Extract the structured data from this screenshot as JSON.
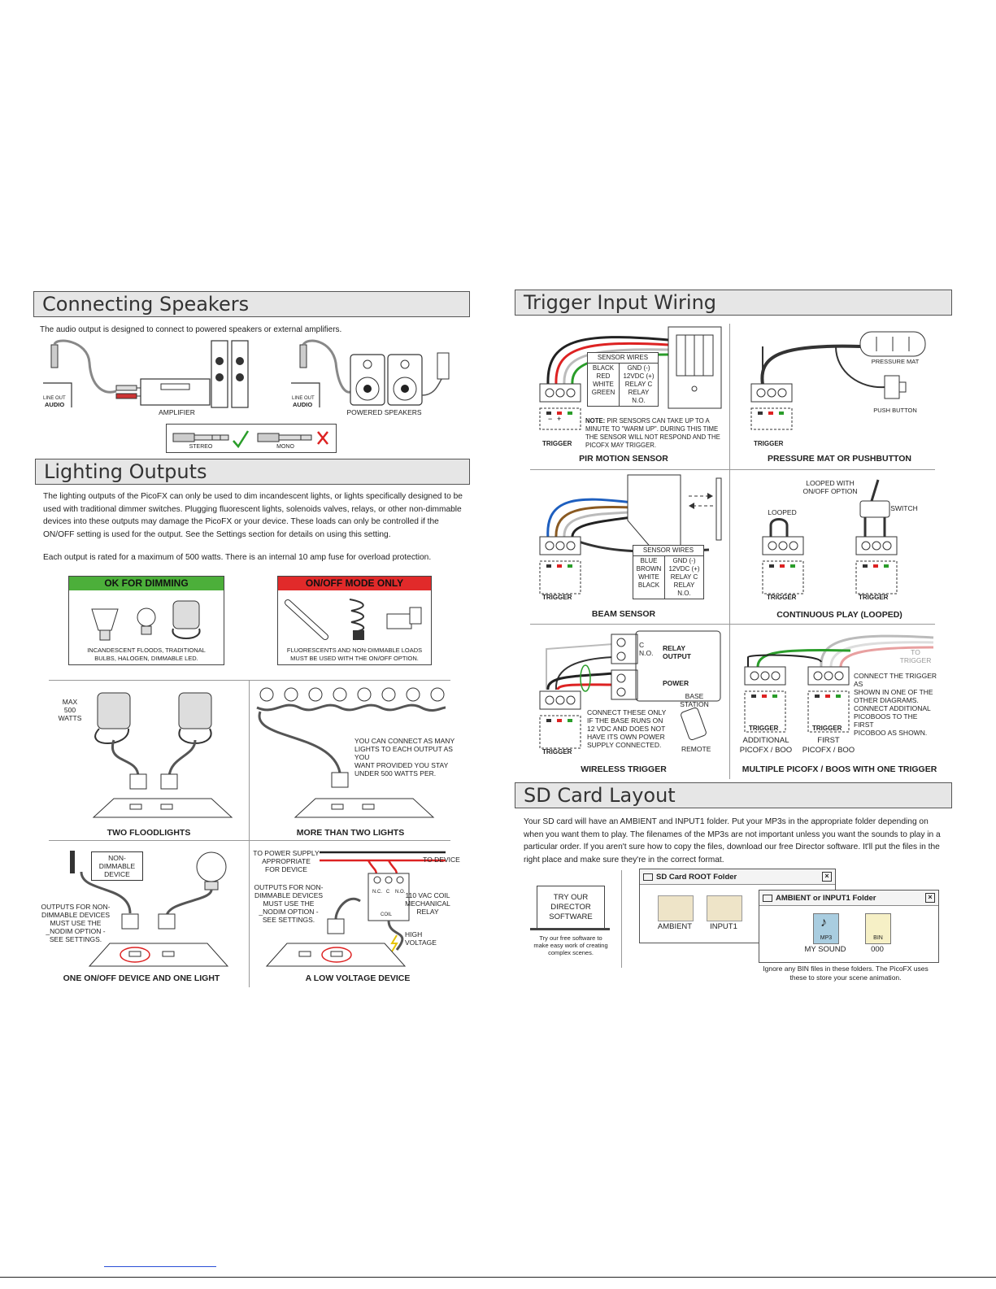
{
  "left": {
    "speakers": {
      "title": "Connecting Speakers",
      "intro": "The audio output is designed to connect to powered speakers or external amplifiers.",
      "amplifier_label": "AMPLIFIER",
      "powered_speakers_label": "POWERED SPEAKERS",
      "line_out": "LINE OUT",
      "audio": "AUDIO",
      "stereo": "STEREO",
      "mono": "MONO"
    },
    "lighting": {
      "title": "Lighting Outputs",
      "para1": "The lighting outputs of the PicoFX can only be used to dim incandescent lights, or lights specifically designed to be\nused with traditional dimmer switches.  Plugging fluorescent lights, solenoids valves, relays, or other non-dimmable\ndevices into these outputs may damage the PicoFX or your device.  These loads can only be controlled if the\nON/OFF setting is used for the output.  See the Settings section for details on using this setting.",
      "para2": "Each output is rated for a maximum of 500 watts.  There is an internal 10 amp fuse for overload protection.",
      "ok_badge": "OK FOR DIMMING",
      "ok_caption": "INCANDESCENT FLOODS, TRADITIONAL\nBULBS, HALOGEN, DIMMABLE LED.",
      "onoff_badge": "ON/OFF MODE ONLY",
      "onoff_caption": "FLUORESCENTS AND NON-DIMMABLE LOADS\nMUST BE USED WITH THE ON/OFF OPTION.",
      "max_watts": "MAX\n500\nWATTS",
      "many_lights_note": "YOU CAN CONNECT AS MANY\nLIGHTS TO EACH OUTPUT AS YOU\nWANT PROVIDED YOU STAY\nUNDER 500 WATTS PER.",
      "cap_two_flood": "TWO FLOODLIGHTS",
      "cap_more_lights": "MORE THAN TWO LIGHTS",
      "non_dimmable_device": "NON-DIMMABLE\nDEVICE",
      "outputs_note": "OUTPUTS FOR NON-\nDIMMABLE DEVICES\nMUST USE THE\n_NODIM OPTION -\nSEE SETTINGS.",
      "to_power_supply": "TO  POWER SUPPLY\nAPPROPRIATE\nFOR DEVICE",
      "to_device": "TO DEVICE",
      "outputs_note2": "OUTPUTS FOR NON-\nDIMMABLE DEVICES\nMUST USE THE\n_NODIM OPTION -\nSEE SETTINGS.",
      "relay_label": "110 VAC COIL\nMECHANICAL\nRELAY",
      "high_voltage": "HIGH\nVOLTAGE",
      "coil": "COIL",
      "relay_pins": [
        "N.C.",
        "C",
        "N.O."
      ],
      "cap_onoff_device": "ONE ON/OFF DEVICE AND ONE LIGHT",
      "cap_low_voltage": "A LOW VOLTAGE DEVICE"
    }
  },
  "right": {
    "trigger": {
      "title": "Trigger Input Wiring",
      "trigger_label": "TRIGGER",
      "pir_table": {
        "header": "SENSOR WIRES",
        "left": "BLACK\nRED\nWHITE\nGREEN",
        "right": "GND (-)\n12VDC (+)\nRELAY C\nRELAY N.O."
      },
      "pir_note_bold": "NOTE:",
      "pir_note": " PIR SENSORS CAN TAKE UP TO A\nMINUTE TO \"WARM UP\".  DURING THIS TIME\nTHE SENSOR WILL NOT RESPOND AND THE\nPICOFX MAY TRIGGER.",
      "cap_pir": "PIR MOTION SENSOR",
      "pressure_mat": "PRESSURE MAT",
      "push_button": "PUSH BUTTON",
      "cap_pressure": "PRESSURE MAT OR PUSHBUTTON",
      "beam_table": {
        "header": "SENSOR WIRES",
        "left": "BLUE\nBROWN\nWHITE\nBLACK",
        "right": "GND (-)\n12VDC (+)\nRELAY C\nRELAY N.O."
      },
      "cap_beam": "BEAM SENSOR",
      "looped_with": "LOOPED WITH\nON/OFF OPTION",
      "looped": "LOOPED",
      "switch": "SWITCH",
      "cap_continuous": "CONTINUOUS PLAY (LOOPED)",
      "relay_output": "RELAY\nOUTPUT",
      "power": "POWER",
      "base_station": "BASE STATION",
      "c_no": "C\nN.O.",
      "wireless_note": "CONNECT THESE ONLY\nIF THE BASE RUNS ON\n12 VDC AND DOES NOT\nHAVE ITS OWN POWER\nSUPPLY CONNECTED.",
      "remote": "REMOTE",
      "cap_wireless": "WIRELESS TRIGGER",
      "to_trigger": "TO TRIGGER",
      "multi_note": "CONNECT THE TRIGGER AS\nSHOWN IN ONE OF THE\nOTHER DIAGRAMS.\nCONNECT ADDITIONAL\nPICOBOOS TO THE FIRST\nPICOBOO AS SHOWN.",
      "additional": "ADDITIONAL\nPICOFX / BOO",
      "first": "FIRST\nPICOFX / BOO",
      "cap_multi": "MULTIPLE PICOFX / BOOS WITH ONE TRIGGER"
    },
    "sd": {
      "title": "SD Card Layout",
      "para": "Your SD card will have an AMBIENT and INPUT1 folder.  Put your MP3s in the appropriate folder depending on\nwhen you want them to play.  The filenames of the MP3s are not important unless you want the sounds to play in a\nparticular order.  If you aren't sure how to copy the files, download our free Director software.  It'll put the files in the\nright place and make sure they're in the correct format.",
      "try_director": "TRY OUR\nDIRECTOR\nSOFTWARE",
      "try_caption": "Try our free software to\nmake easy work of creating\ncomplex scenes.",
      "root_folder": "SD Card ROOT Folder",
      "ambient": "AMBIENT",
      "input1": "INPUT1",
      "sub_folder": "AMBIENT or INPUT1 Folder",
      "mp3": "MP3",
      "my_sound": "MY SOUND",
      "bin": "BIN",
      "file_000": "000",
      "bin_note": "Ignore any BIN files in these folders.  The PicoFX uses\nthese to store your scene animation."
    }
  }
}
